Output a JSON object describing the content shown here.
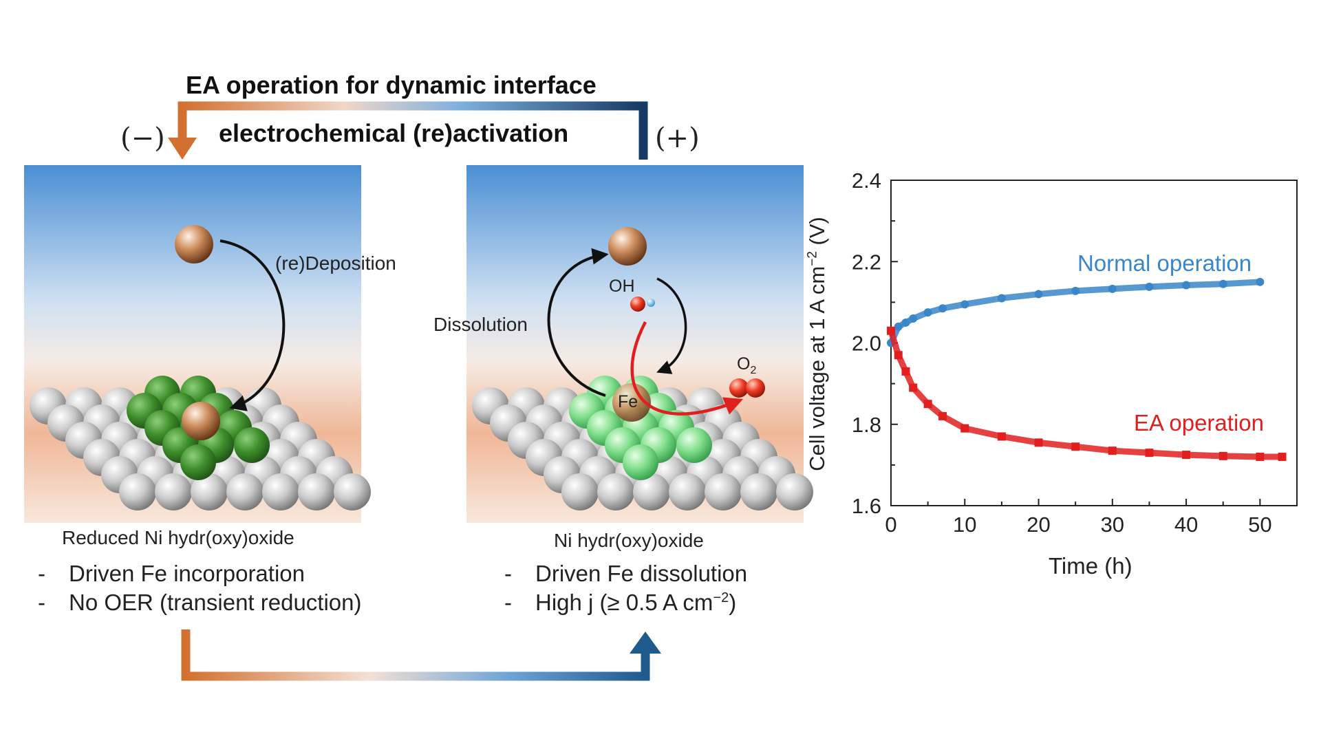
{
  "header": {
    "title": "EA operation for dynamic interface",
    "subtitle": "electrochemical (re)activation",
    "neg_pole": "(−)",
    "pos_pole": "(+)"
  },
  "left_panel": {
    "annotation": "(re)Deposition",
    "label": "Reduced Ni hydr(oxy)oxide",
    "bullets": [
      "Driven Fe incorporation",
      "No OER (transient reduction)"
    ],
    "dash": "-"
  },
  "right_panel": {
    "annotation": "Dissolution",
    "oh_label": "OH",
    "o2_label": "O",
    "o2_sub": "2",
    "fe_label": "Fe",
    "label": "Ni hydr(oxy)oxide",
    "bullet1": "Driven Fe dissolution",
    "bullet2_pre": "High j (≥ 0.5 A cm",
    "bullet2_sup": "−2",
    "bullet2_post": ")",
    "dash": "-"
  },
  "colors": {
    "cathodic_orange": "#d2702f",
    "anodic_blue": "#1e5a8c",
    "sky_blue": "#4a8fd4",
    "normal_series": "#3a86c8",
    "ea_series": "#e02020"
  },
  "chart_data": {
    "type": "scatter",
    "title": "",
    "xlabel": "Time (h)",
    "ylabel": "Cell voltage at 1 A cm⁻² (V)",
    "ylabel_parts": {
      "pre": "Cell voltage at 1 A cm",
      "sup": "−2",
      "post": " (V)"
    },
    "xlim": [
      0,
      55
    ],
    "ylim": [
      1.6,
      2.4
    ],
    "xticks": [
      0,
      10,
      20,
      30,
      40,
      50
    ],
    "yticks": [
      1.6,
      1.8,
      2.0,
      2.2,
      2.4
    ],
    "ytick_labels": [
      "1.6",
      "1.8",
      "2.0",
      "2.2",
      "2.4"
    ],
    "grid": false,
    "series": [
      {
        "name": "Normal operation",
        "color": "#3a86c8",
        "x": [
          0,
          1,
          2,
          3,
          5,
          7,
          10,
          15,
          20,
          25,
          30,
          35,
          40,
          45,
          50
        ],
        "y": [
          2.0,
          2.04,
          2.05,
          2.06,
          2.075,
          2.085,
          2.095,
          2.11,
          2.12,
          2.128,
          2.133,
          2.138,
          2.142,
          2.145,
          2.15
        ]
      },
      {
        "name": "EA operation",
        "color": "#e02020",
        "x": [
          0,
          1,
          2,
          3,
          5,
          7,
          10,
          15,
          20,
          25,
          30,
          35,
          40,
          45,
          50,
          53
        ],
        "y": [
          2.03,
          1.97,
          1.93,
          1.89,
          1.85,
          1.82,
          1.79,
          1.77,
          1.755,
          1.745,
          1.735,
          1.73,
          1.725,
          1.722,
          1.72,
          1.72
        ]
      }
    ]
  }
}
